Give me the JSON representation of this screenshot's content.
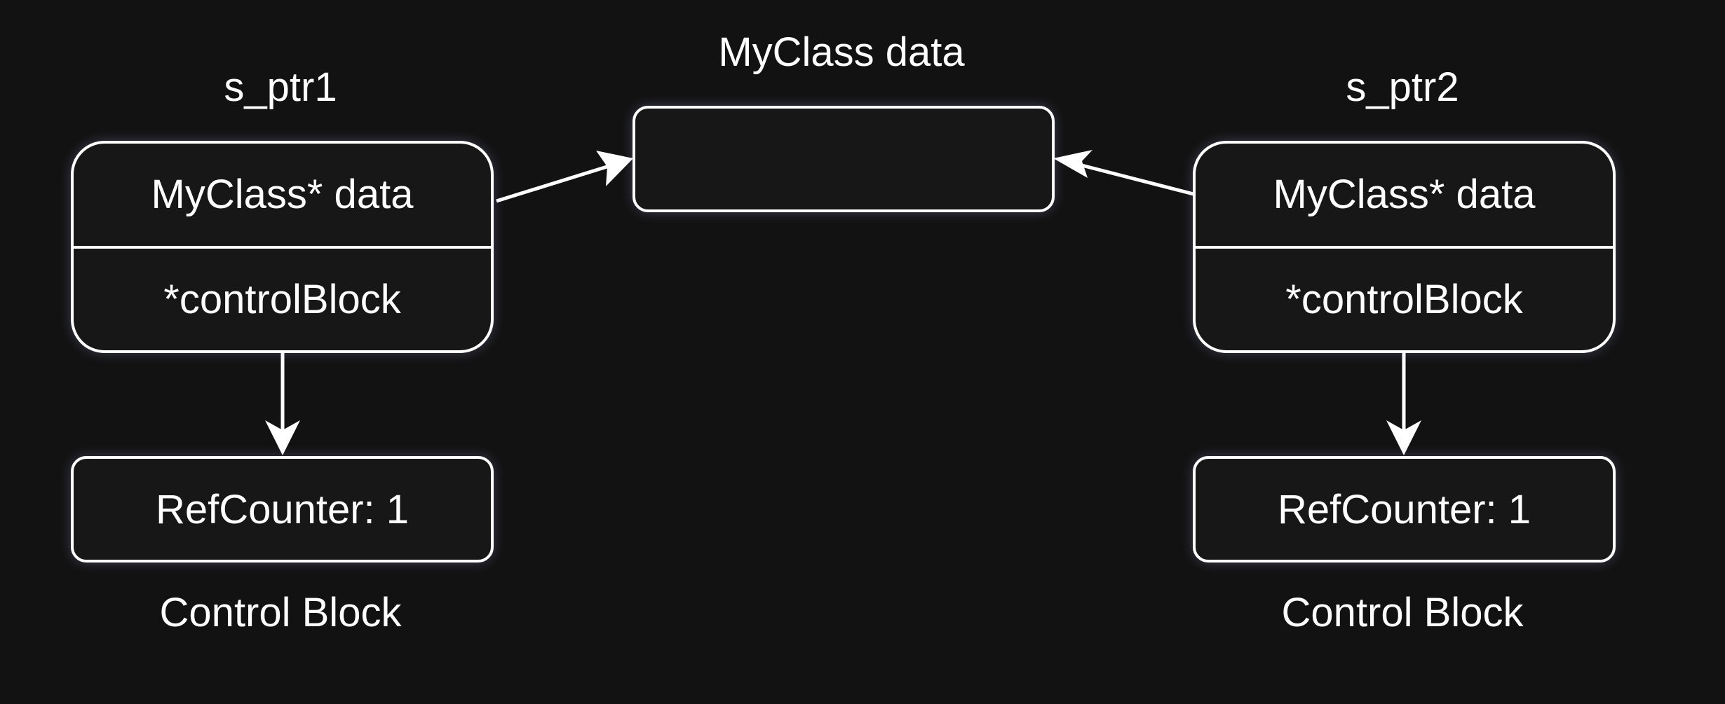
{
  "diagram": {
    "data_object": {
      "title": "MyClass data",
      "content": ""
    },
    "pointer_left": {
      "name": "s_ptr1",
      "field_data": "MyClass* data",
      "field_control": "*controlBlock"
    },
    "pointer_right": {
      "name": "s_ptr2",
      "field_data": "MyClass* data",
      "field_control": "*controlBlock"
    },
    "control_left": {
      "counter": "RefCounter: 1",
      "caption": "Control Block"
    },
    "control_right": {
      "counter": "RefCounter: 1",
      "caption": "Control Block"
    },
    "colors": {
      "background": "#121212",
      "stroke": "#ffffff",
      "fill": "#171717"
    }
  }
}
